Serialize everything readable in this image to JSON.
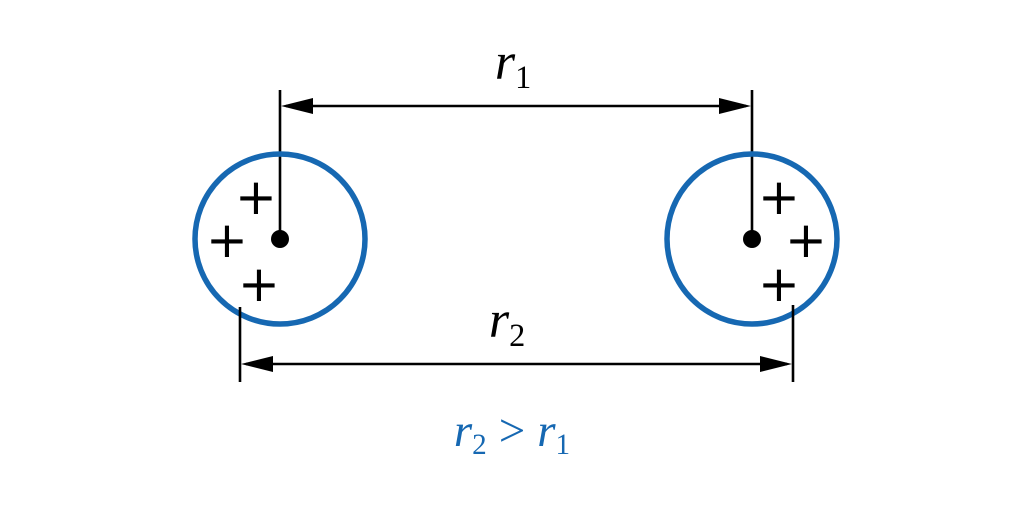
{
  "figure": {
    "labels": {
      "r1": {
        "base": "r",
        "sub": "1"
      },
      "r2": {
        "base": "r",
        "sub": "2"
      },
      "inequality": {
        "lhs_base": "r",
        "lhs_sub": "2",
        "operator": ">",
        "rhs_base": "r",
        "rhs_sub": "1"
      }
    },
    "charge_symbol": "+",
    "colors": {
      "sphere_stroke": "#1668b2",
      "inequality_text": "#1668b2",
      "line": "#000000",
      "background": "#ffffff"
    }
  }
}
